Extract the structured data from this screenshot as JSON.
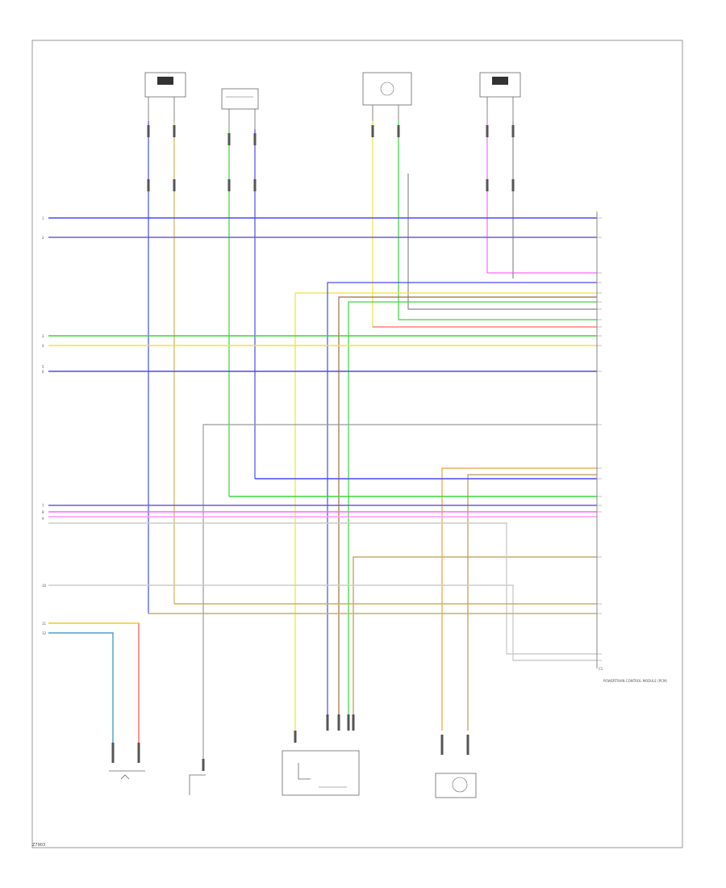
{
  "footer": {
    "code": "Z7903"
  },
  "legend_colors": {
    "blue": "#4a4af0",
    "violet": "#6d5bd8",
    "green": "#3ad63a",
    "yellow": "#f0e23a",
    "pink": "#ff66ff",
    "red": "#ff6666",
    "orange": "#e8a040",
    "gray": "#888888",
    "tan": "#b89a50",
    "brown": "#a36b3a"
  },
  "connector_label": "C1",
  "module_caption": "POWERTRAIN CONTROL MODULE (PCM)"
}
